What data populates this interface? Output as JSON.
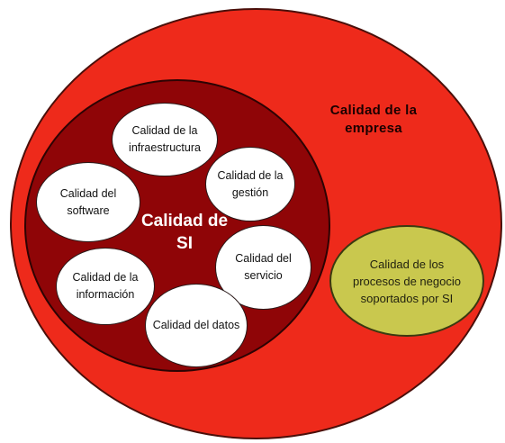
{
  "diagram": {
    "empresa_label": "Calidad de la\nempresa",
    "si_label": "Calidad de\nSI",
    "processes_label": "Calidad de los\nprocesos de negocio\nsoportados por SI",
    "circles": {
      "infraestructura": "Calidad de la\ninfraestructura",
      "gestion": "Calidad de la\ngestión",
      "software": "Calidad del\nsoftware",
      "servicio": "Calidad del\nservicio",
      "informacion": "Calidad de la\ninformación",
      "datos": "Calidad del datos"
    },
    "colors": {
      "empresa": "#ee2a1b",
      "si": "#8f0507",
      "components": "#ffffff",
      "processes": "#c9c84e"
    }
  }
}
